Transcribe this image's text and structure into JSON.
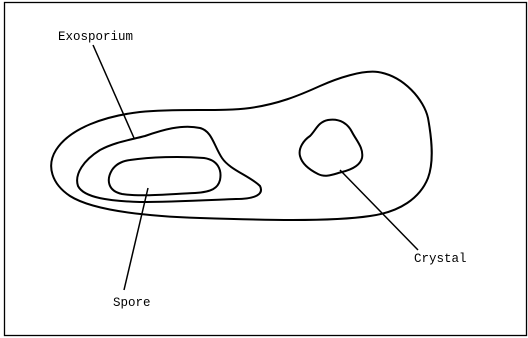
{
  "diagram": {
    "labels": {
      "exosporium": "Exosporium",
      "crystal": "Crystal",
      "spore": "Spore"
    },
    "colors": {
      "stroke": "#000000",
      "background": "#ffffff"
    }
  }
}
